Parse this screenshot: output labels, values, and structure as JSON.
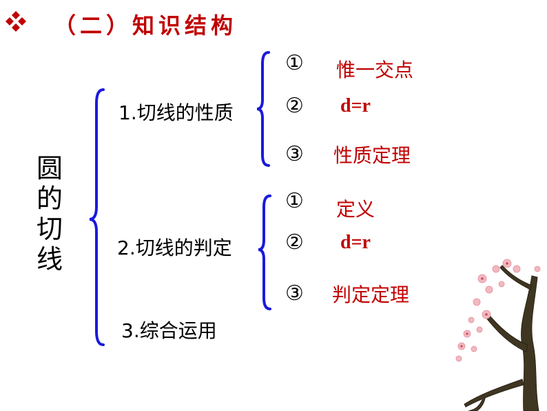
{
  "header": {
    "bullet_icon": "four-diamond-bullet-icon",
    "title": "（二）知识结构"
  },
  "diagram": {
    "root": "圆的切线",
    "branches": [
      {
        "label": "1.切线的性质",
        "items": [
          {
            "num": "①",
            "text": "惟一交点"
          },
          {
            "num": "②",
            "text": "d=r"
          },
          {
            "num": "③",
            "text": "性质定理"
          }
        ]
      },
      {
        "label": "2.切线的判定",
        "items": [
          {
            "num": "①",
            "text": "定义"
          },
          {
            "num": "②",
            "text": "d=r"
          },
          {
            "num": "③",
            "text": "判定定理"
          }
        ]
      },
      {
        "label": "3.综合运用",
        "items": []
      }
    ]
  },
  "colors": {
    "title": "#c00000",
    "leaf_text": "#c00000",
    "brace": "#1a1adb",
    "bullet": "#c00000"
  },
  "decoration": {
    "image": "plum-blossom-branch-illustration"
  }
}
